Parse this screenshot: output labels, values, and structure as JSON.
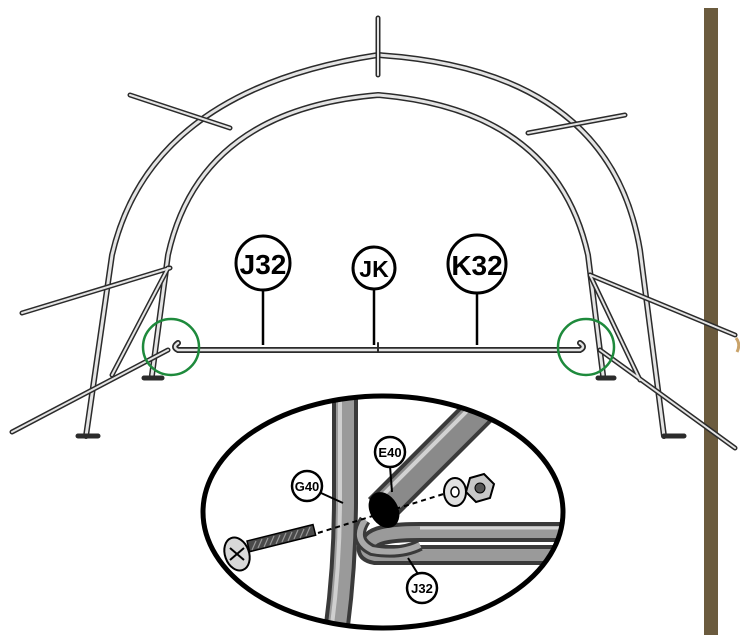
{
  "labels": {
    "j32": "J32",
    "jk": "JK",
    "k32": "K32",
    "inset_e40": "E40",
    "inset_g40": "G40",
    "inset_j32": "J32"
  },
  "colors": {
    "tube": "#2b2b2b",
    "tube_fill": "#d8d8d8",
    "highlight_circle": "#1e8a3c",
    "post": "#6b5b3e",
    "inset_border": "#000000",
    "metal_dark": "#4a4a4a",
    "metal_mid": "#8c8c8c"
  },
  "icons": {
    "bolt": "bolt-icon",
    "nut": "nut-icon",
    "washer": "washer-icon"
  }
}
